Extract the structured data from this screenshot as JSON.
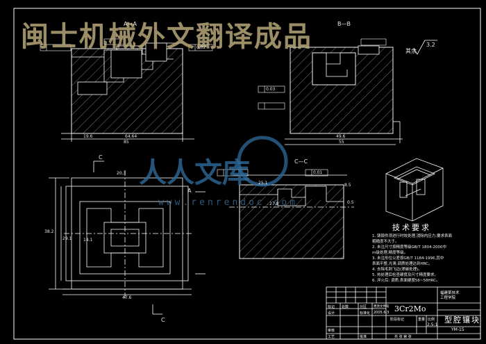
{
  "watermarks": {
    "top_banner": "闽士机械外文翻译成品",
    "center_logo": "人人文库",
    "center_url": "www.renrendoc.com"
  },
  "section_labels": {
    "a_a": "A—A",
    "b_b": "B—B",
    "c_c": "C—C",
    "a_marker": "A",
    "c_marker_top": "C",
    "c_marker_bottom": "C"
  },
  "roughness": {
    "label": "其余",
    "value": "3.2"
  },
  "dimensions": {
    "a_a_width_1": "19.6",
    "a_a_width_2": "64.64",
    "a_a_width_3": "85",
    "b_b_width_1": "49.6",
    "b_b_width_2": "55",
    "c_c_dim_1": "25.1",
    "c_c_dim_2": "27.8",
    "c_c_dim_3": "8.5",
    "c_c_dim_4": "0.5",
    "plan_width": "47.6",
    "plan_height": "38.2",
    "plan_dim_1": "29.1",
    "plan_dim_2": "20.3",
    "plan_dim_3": "14.1",
    "tol_1": "0.02",
    "tol_2": "0.03",
    "tol_3": "0.01"
  },
  "technical_requirements": {
    "title": "技术要求",
    "items": [
      "1. 铸锻件须进行时效处理,消除内应力,要求表面",
      "   粗糙度不大于。",
      "2. 未注尺寸按精度等级GB/T 1804-2000中",
      "   m级处理,精度等级。",
      "3. 未注形位公差按GB/T 1184-1996,其中",
      "   表面平整,光滑,调质处理达到HRC。",
      "4. 去除毛刺飞边(渗碳处理)。",
      "5. 热处理后检查硬度及尺寸精度要求。",
      "6. 淬火后: 调质,表面硬度56~58HRC。"
    ]
  },
  "title_block": {
    "material": "3Cr2Mo",
    "part_name": "型腔镶块",
    "drawing_no": "YM-15",
    "school": "福建某技术\n工程学院",
    "scale_label": "比例",
    "weight_label": "重量",
    "scale_value": "2.5:1",
    "marks_label": "标记",
    "count_label": "处数",
    "zone_label": "分区",
    "change_label": "更改文件号",
    "sign_label": "签名",
    "date_label": "年月日",
    "designer_label": "设计",
    "date_value": "2005.6.3",
    "standard_label": "标准化",
    "stage_label": "阶段标记",
    "review_label": "审核",
    "process_label": "工艺",
    "approve_label": "批准",
    "sheets": "共 张 第 张"
  }
}
